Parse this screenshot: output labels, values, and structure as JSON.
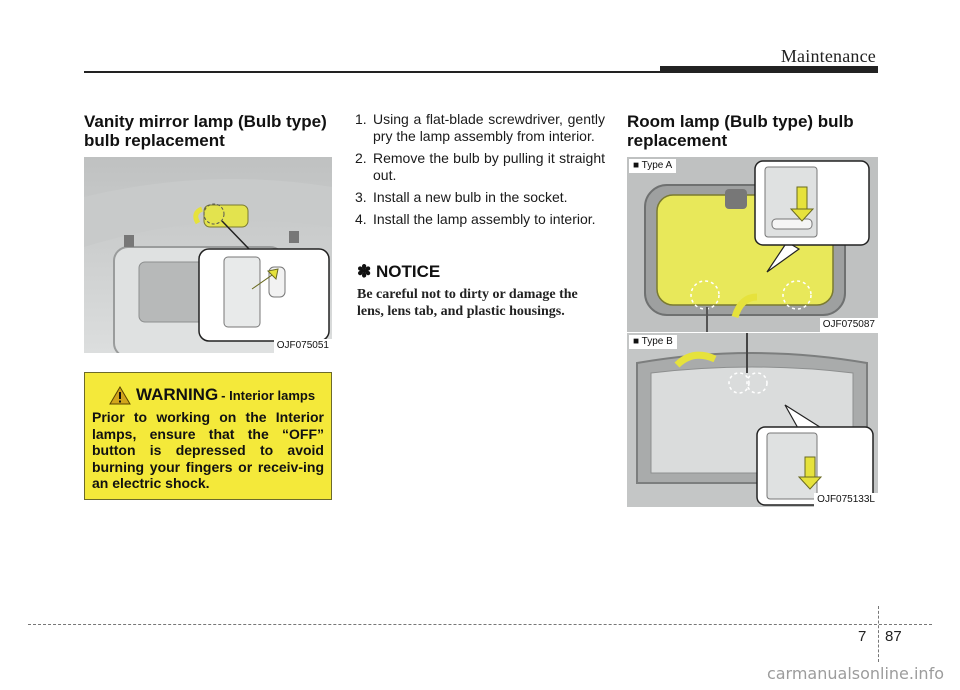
{
  "header": {
    "section": "Maintenance"
  },
  "vanity": {
    "heading_line1": "Vanity mirror lamp (Bulb type)",
    "heading_line2": "bulb replacement",
    "image_code": "OJF075051"
  },
  "steps": [
    {
      "num": "1.",
      "text": "Using a flat-blade screwdriver, gently pry the lamp assembly from interior."
    },
    {
      "num": "2.",
      "text": "Remove the bulb by pulling it straight out."
    },
    {
      "num": "3.",
      "text": "Install a new bulb in the socket."
    },
    {
      "num": "4.",
      "text": "Install the lamp assembly to interior."
    }
  ],
  "notice": {
    "title": "✽ NOTICE",
    "body": "Be careful not to dirty or damage the lens, lens tab, and plastic housings."
  },
  "warning": {
    "title": "WARNING",
    "subtitle": "- Interior lamps",
    "body": "Prior to working on the Interior lamps, ensure that the “OFF” button is depressed to avoid burning your fingers or receiv-ing an electric shock."
  },
  "room": {
    "heading_line1": "Room lamp (Bulb type) bulb",
    "heading_line2": "replacement",
    "type_a_label": "■ Type A",
    "type_a_code": "OJF075087",
    "type_b_label": "■ Type B",
    "type_b_code": "OJF075133L"
  },
  "footer": {
    "chapter": "7",
    "page": "87",
    "watermark": "carmanualsonline.info"
  },
  "colors": {
    "warning_bg": "#f4e93a",
    "lamp_lens": "#e8e85a",
    "arrow": "#e6e23c"
  }
}
